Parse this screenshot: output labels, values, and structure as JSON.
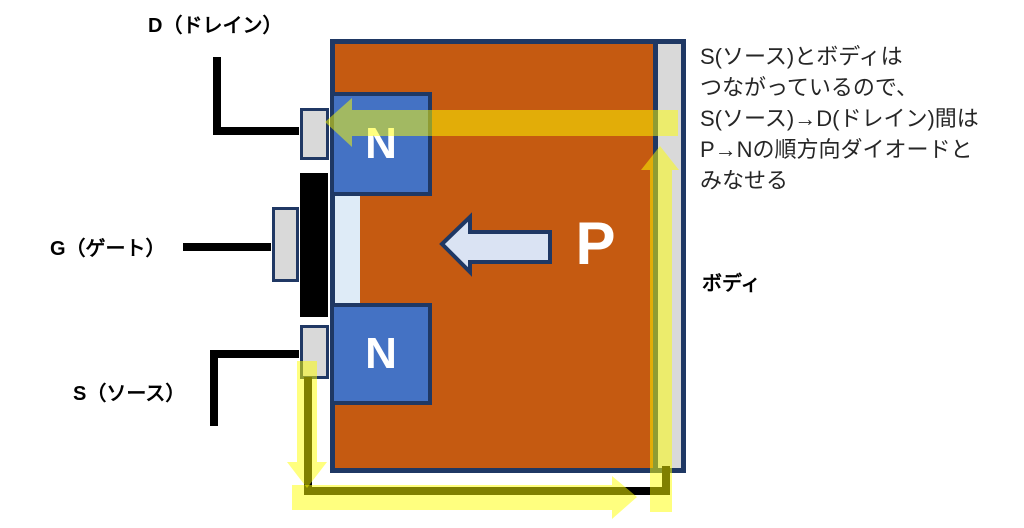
{
  "diagram": {
    "terminals": {
      "drain": "D（ドレイン）",
      "gate": "G（ゲート）",
      "source": "S（ソース）",
      "body": "ボディ"
    },
    "regions": {
      "p": "P",
      "n_top": "N",
      "n_bottom": "N"
    },
    "annotation": {
      "line1": "S(ソース)とボディは",
      "line2": "つながっているので、",
      "line3": "S(ソース)→D(ドレイン)間は",
      "line4": "P→Nの順方向ダイオードと",
      "line5": "みなせる"
    },
    "colors": {
      "p_substrate_orange": "#C55A11",
      "n_region_blue": "#4472C4",
      "outline_navy": "#1F3864",
      "contact_gray": "#D9D9D9",
      "oxide_light_blue": "#DEEBF7",
      "p_arrow_light_blue": "#DAE3F3",
      "current_path_yellow": "#FFFF00",
      "gate_black": "#000000",
      "wire_black": "#000000"
    }
  }
}
